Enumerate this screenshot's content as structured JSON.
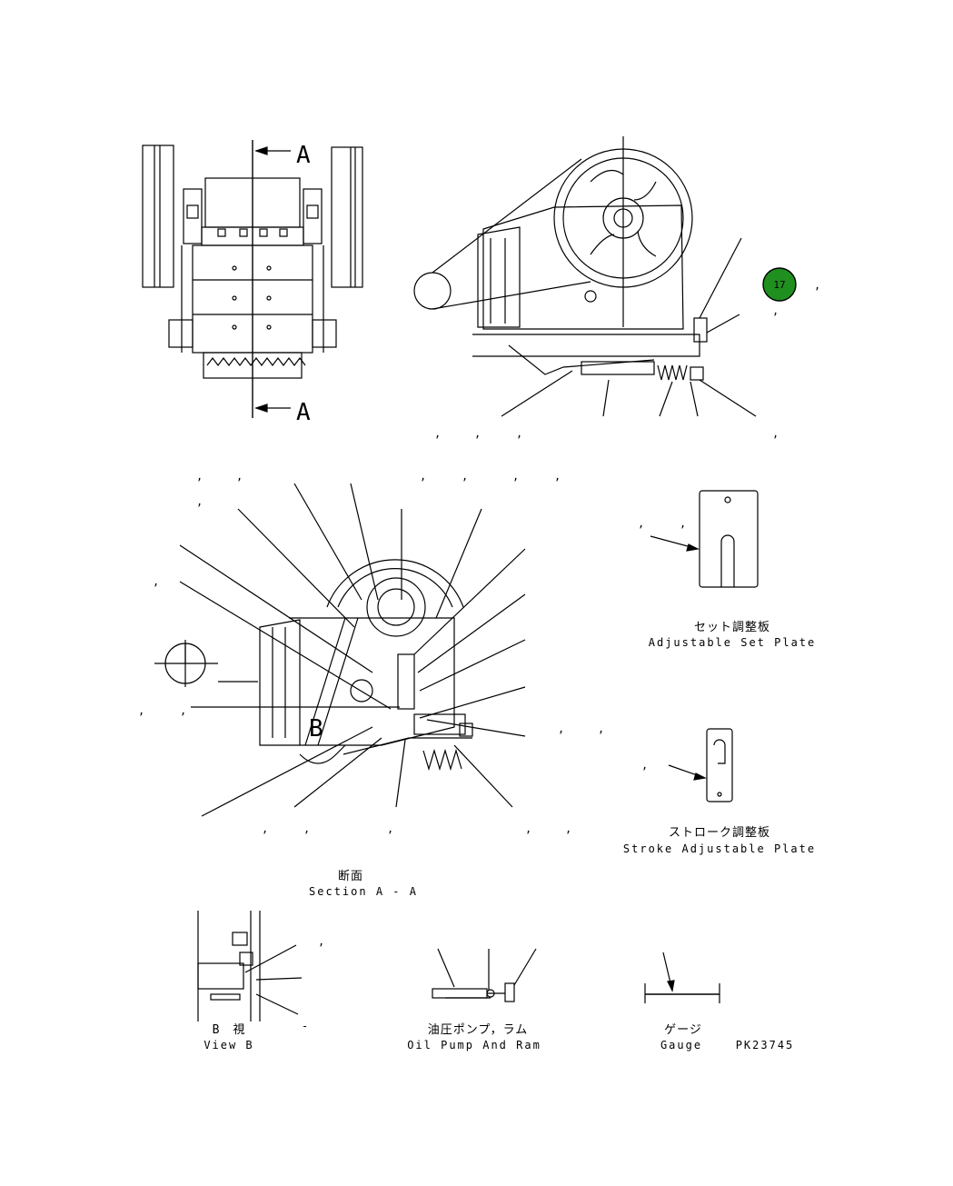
{
  "section_marks": {
    "top": "A",
    "bottom": "A",
    "view_b": "B"
  },
  "callout_badge": {
    "number": "17",
    "color": "#1f8f1f"
  },
  "captions": {
    "adjustable_set_plate_jp": "セット調整板",
    "adjustable_set_plate_en": "Adjustable Set Plate",
    "stroke_adjustable_plate_jp": "ストローク調整板",
    "stroke_adjustable_plate_en": "Stroke Adjustable Plate",
    "section_jp": "断面",
    "section_en": "Section A - A",
    "view_b_jp": "B　視",
    "view_b_en": "View B",
    "oil_pump_jp": "油圧ポンプ，ラム",
    "oil_pump_en": "Oil Pump And Ram",
    "gauge_jp": "ゲージ",
    "gauge_en": "Gauge",
    "drawing_number": "PK23745"
  },
  "separator": ",",
  "dash": "-"
}
